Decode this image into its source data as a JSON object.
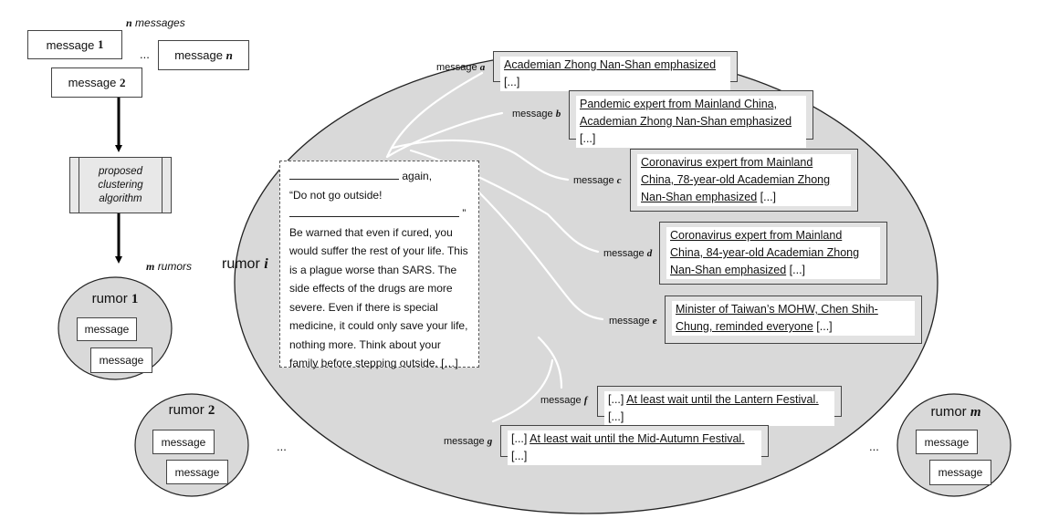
{
  "left_flow": {
    "n_messages_label": {
      "var": "n",
      "text": "messages"
    },
    "input_messages": [
      {
        "text": "message",
        "var": "1"
      },
      {
        "text": "message",
        "var": "2"
      },
      {
        "text": "message",
        "var": "n"
      }
    ],
    "dots": "...",
    "algorithm": {
      "line1": "proposed",
      "line2": "clustering",
      "line3": "algorithm"
    },
    "m_rumors_label": {
      "var": "m",
      "text": "rumors"
    }
  },
  "rumor_clusters": [
    {
      "title": "rumor",
      "var": "1",
      "messages": [
        "message",
        "message"
      ]
    },
    {
      "title": "rumor",
      "var": "2",
      "messages": [
        "message",
        "message"
      ]
    },
    {
      "title": "rumor",
      "var": "m",
      "messages": [
        "message",
        "message"
      ]
    }
  ],
  "cluster_dots": [
    "...",
    "..."
  ],
  "big_rumor": {
    "title": "rumor",
    "var": "i",
    "template": {
      "line1_suffix": "again,",
      "line2": "“Do not go outside!",
      "line3_suffix": "”",
      "body": "Be warned that even if cured, you would suffer the rest of your life. This is a plague worse than SARS. The side effects of the drugs are more severe. Even if there is special medicine, it could only save your life, nothing more. Think about your family before stepping outside. […]"
    },
    "messages": [
      {
        "label": "message",
        "var": "a",
        "prefix": "",
        "underlined": "Academian Zhong Nan-Shan emphasized",
        "suffix": "[...]"
      },
      {
        "label": "message",
        "var": "b",
        "prefix": "",
        "underlined": "Pandemic expert from Mainland China, Academian Zhong Nan-Shan emphasized",
        "suffix": "[...]"
      },
      {
        "label": "message",
        "var": "c",
        "prefix": "",
        "underlined": "Coronavirus expert from Mainland China, 78-year-old Academian Zhong Nan-Shan emphasized",
        "suffix": "[...]"
      },
      {
        "label": "message",
        "var": "d",
        "prefix": "",
        "underlined": "Coronavirus expert from Mainland China, 84-year-old Academian Zhong Nan-Shan emphasized",
        "suffix": "[...]"
      },
      {
        "label": "message",
        "var": "e",
        "prefix": "",
        "underlined": "Minister of Taiwan’s MOHW, Chen Shih-Chung, reminded everyone",
        "suffix": "[...]"
      },
      {
        "label": "message",
        "var": "f",
        "prefix": "[...]",
        "underlined": "At least wait until the Lantern Festival.",
        "suffix": "[...]"
      },
      {
        "label": "message",
        "var": "g",
        "prefix": "[...]",
        "underlined": "At least wait until the Mid-Autumn Festival.",
        "suffix": "[...]"
      }
    ]
  }
}
